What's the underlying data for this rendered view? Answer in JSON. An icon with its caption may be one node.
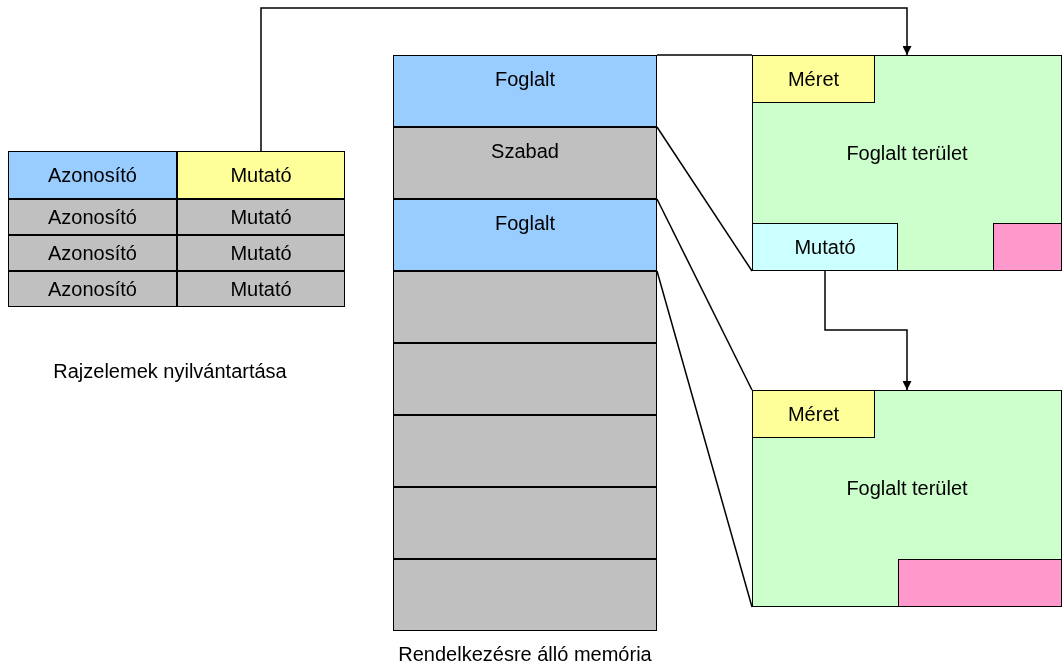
{
  "diagram": {
    "nodes": [
      {
        "text": [
          "Azonosító"
        ]
      },
      {
        "text": [
          "Mutató"
        ]
      },
      {
        "text": [
          "Azonosító"
        ]
      },
      {
        "text": [
          "Mutató"
        ]
      },
      {
        "text": [
          "Azonosító"
        ]
      },
      {
        "text": [
          "Mutató"
        ]
      },
      {
        "text": [
          "Azonosító"
        ]
      },
      {
        "text": [
          "Mutató"
        ]
      },
      {
        "text": [
          "Foglalt"
        ]
      },
      {
        "text": [
          "Szabad"
        ]
      },
      {
        "text": [
          "Foglalt"
        ]
      },
      {
        "text": [],
        "shape": "box"
      },
      {
        "text": [],
        "shape": "box"
      },
      {
        "text": [],
        "shape": "box"
      },
      {
        "text": [],
        "shape": "box"
      },
      {
        "text": [],
        "shape": "box"
      },
      {
        "text": [
          "Foglalt terület"
        ]
      },
      {
        "text": [
          "Méret"
        ],
        "in": 16
      },
      {
        "text": [
          "Mutató"
        ],
        "in": 16
      },
      {
        "text": [],
        "shape": "box",
        "in": 16
      },
      {
        "text": [
          "Foglalt terület"
        ]
      },
      {
        "text": [
          "Méret"
        ],
        "in": 20
      },
      {
        "text": [],
        "shape": "box",
        "in": 20
      }
    ],
    "edges": [
      {
        "from": 1,
        "to": 16,
        "arrow": "to"
      },
      {
        "from": 8,
        "to": 16,
        "arrow": "none"
      },
      {
        "from": 8,
        "to": 16,
        "arrow": "none"
      },
      {
        "from": 10,
        "to": 20,
        "arrow": "none"
      },
      {
        "from": 10,
        "to": 20,
        "arrow": "none"
      },
      {
        "from": 18,
        "to": 20,
        "arrow": "to"
      }
    ],
    "labels": [
      "Rajzelemek nyilvántartása",
      "Rendelkezésre álló memória"
    ]
  }
}
